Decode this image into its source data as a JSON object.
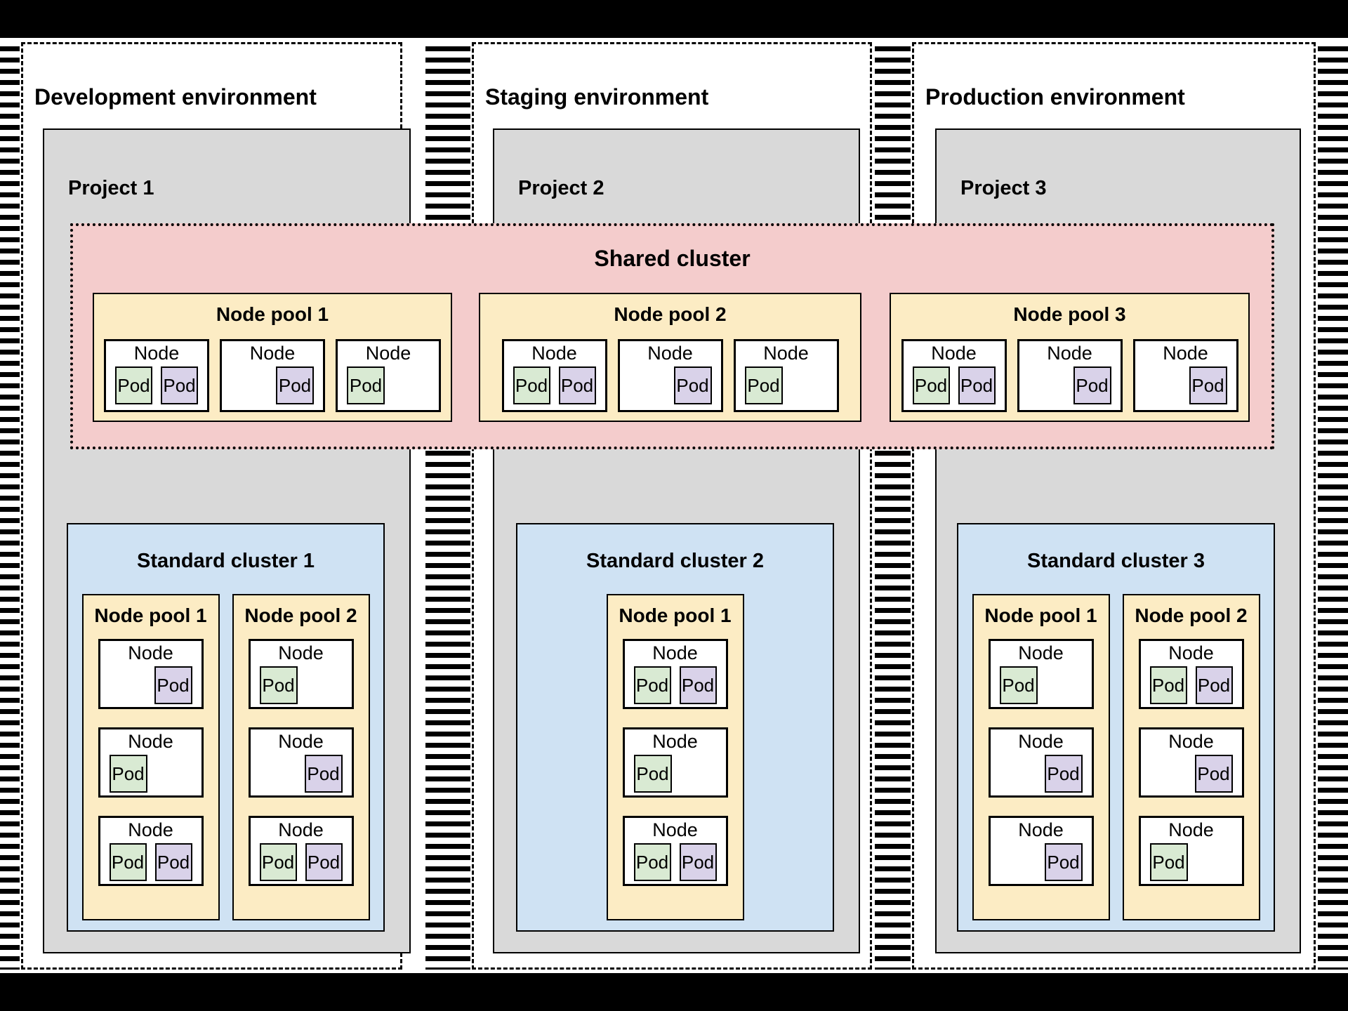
{
  "colors": {
    "background": "#ffffff",
    "letterbox": "#000000",
    "border": "#000000",
    "project_fill": "#d9d9d9",
    "shared_cluster_fill": "#f4cccc",
    "node_pool_fill": "#fcecc4",
    "standard_cluster_fill": "#cfe2f3",
    "node_fill": "#ffffff",
    "pod_green": "#d9ead3",
    "pod_purple": "#d9d2e9"
  },
  "shared_cluster": {
    "title": "Shared cluster",
    "node_pools": [
      {
        "title": "Node pool 1",
        "nodes": [
          {
            "label": "Node",
            "align": "left",
            "pods": [
              {
                "label": "Pod",
                "color": "green"
              },
              {
                "label": "Pod",
                "color": "purple"
              }
            ]
          },
          {
            "label": "Node",
            "align": "right",
            "pods": [
              {
                "label": "Pod",
                "color": "purple"
              }
            ]
          },
          {
            "label": "Node",
            "align": "left",
            "pods": [
              {
                "label": "Pod",
                "color": "green"
              }
            ]
          }
        ]
      },
      {
        "title": "Node pool 2",
        "nodes": [
          {
            "label": "Node",
            "align": "left",
            "pods": [
              {
                "label": "Pod",
                "color": "green"
              },
              {
                "label": "Pod",
                "color": "purple"
              }
            ]
          },
          {
            "label": "Node",
            "align": "right",
            "pods": [
              {
                "label": "Pod",
                "color": "purple"
              }
            ]
          },
          {
            "label": "Node",
            "align": "left",
            "pods": [
              {
                "label": "Pod",
                "color": "green"
              }
            ]
          }
        ]
      },
      {
        "title": "Node pool 3",
        "nodes": [
          {
            "label": "Node",
            "align": "left",
            "pods": [
              {
                "label": "Pod",
                "color": "green"
              },
              {
                "label": "Pod",
                "color": "purple"
              }
            ]
          },
          {
            "label": "Node",
            "align": "right",
            "pods": [
              {
                "label": "Pod",
                "color": "purple"
              }
            ]
          },
          {
            "label": "Node",
            "align": "right",
            "pods": [
              {
                "label": "Pod",
                "color": "purple"
              }
            ]
          }
        ]
      }
    ]
  },
  "environments": [
    {
      "title": "Development environment",
      "project": {
        "title": "Project 1",
        "standard_cluster": {
          "title": "Standard cluster 1",
          "node_pools": [
            {
              "title": "Node pool 1",
              "nodes": [
                {
                  "label": "Node",
                  "align": "right",
                  "pods": [
                    {
                      "label": "Pod",
                      "color": "purple"
                    }
                  ]
                },
                {
                  "label": "Node",
                  "align": "left",
                  "pods": [
                    {
                      "label": "Pod",
                      "color": "green"
                    }
                  ]
                },
                {
                  "label": "Node",
                  "align": "left",
                  "pods": [
                    {
                      "label": "Pod",
                      "color": "green"
                    },
                    {
                      "label": "Pod",
                      "color": "purple"
                    }
                  ]
                }
              ]
            },
            {
              "title": "Node pool 2",
              "nodes": [
                {
                  "label": "Node",
                  "align": "left",
                  "pods": [
                    {
                      "label": "Pod",
                      "color": "green"
                    }
                  ]
                },
                {
                  "label": "Node",
                  "align": "right",
                  "pods": [
                    {
                      "label": "Pod",
                      "color": "purple"
                    }
                  ]
                },
                {
                  "label": "Node",
                  "align": "left",
                  "pods": [
                    {
                      "label": "Pod",
                      "color": "green"
                    },
                    {
                      "label": "Pod",
                      "color": "purple"
                    }
                  ]
                }
              ]
            }
          ]
        }
      }
    },
    {
      "title": "Staging environment",
      "project": {
        "title": "Project 2",
        "standard_cluster": {
          "title": "Standard cluster 2",
          "node_pools": [
            {
              "title": "Node pool 1",
              "nodes": [
                {
                  "label": "Node",
                  "align": "left",
                  "pods": [
                    {
                      "label": "Pod",
                      "color": "green"
                    },
                    {
                      "label": "Pod",
                      "color": "purple"
                    }
                  ]
                },
                {
                  "label": "Node",
                  "align": "left",
                  "pods": [
                    {
                      "label": "Pod",
                      "color": "green"
                    }
                  ]
                },
                {
                  "label": "Node",
                  "align": "left",
                  "pods": [
                    {
                      "label": "Pod",
                      "color": "green"
                    },
                    {
                      "label": "Pod",
                      "color": "purple"
                    }
                  ]
                }
              ]
            }
          ]
        }
      }
    },
    {
      "title": "Production environment",
      "project": {
        "title": "Project 3",
        "standard_cluster": {
          "title": "Standard cluster 3",
          "node_pools": [
            {
              "title": "Node pool 1",
              "nodes": [
                {
                  "label": "Node",
                  "align": "left",
                  "pods": [
                    {
                      "label": "Pod",
                      "color": "green"
                    }
                  ]
                },
                {
                  "label": "Node",
                  "align": "right",
                  "pods": [
                    {
                      "label": "Pod",
                      "color": "purple"
                    }
                  ]
                },
                {
                  "label": "Node",
                  "align": "right",
                  "pods": [
                    {
                      "label": "Pod",
                      "color": "purple"
                    }
                  ]
                }
              ]
            },
            {
              "title": "Node pool 2",
              "nodes": [
                {
                  "label": "Node",
                  "align": "left",
                  "pods": [
                    {
                      "label": "Pod",
                      "color": "green"
                    },
                    {
                      "label": "Pod",
                      "color": "purple"
                    }
                  ]
                },
                {
                  "label": "Node",
                  "align": "right",
                  "pods": [
                    {
                      "label": "Pod",
                      "color": "purple"
                    }
                  ]
                },
                {
                  "label": "Node",
                  "align": "left",
                  "pods": [
                    {
                      "label": "Pod",
                      "color": "green"
                    }
                  ]
                }
              ]
            }
          ]
        }
      }
    }
  ]
}
